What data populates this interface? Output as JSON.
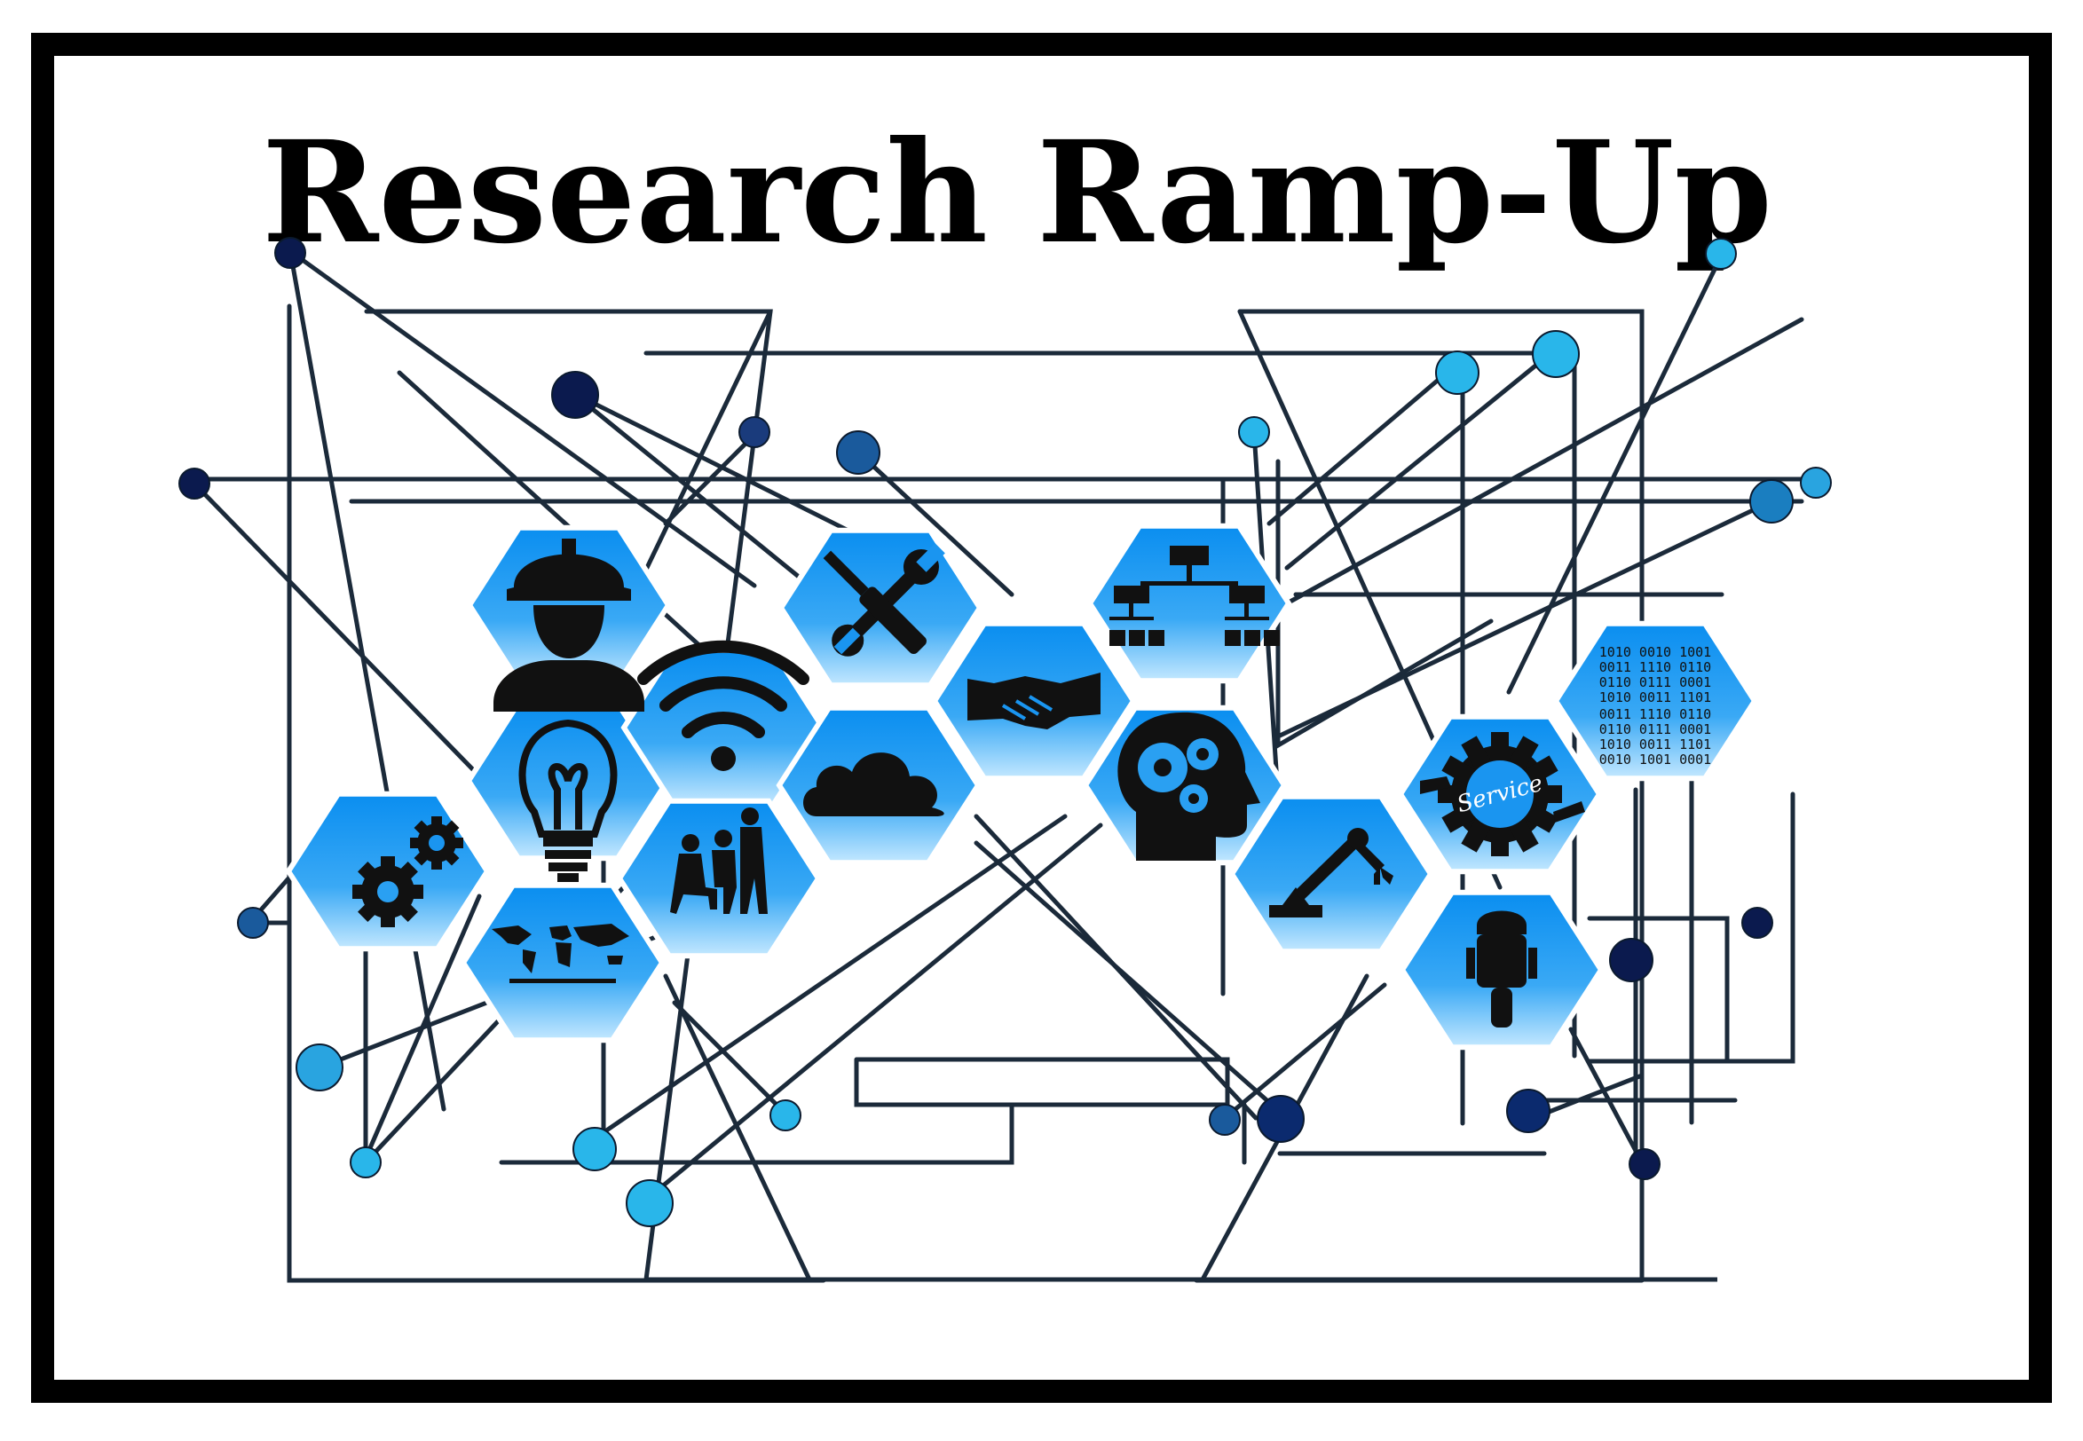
{
  "title": "Research Ramp-Up",
  "colors": {
    "frame": "#000000",
    "background": "#ffffff",
    "hex_fill_top": "#0a8ef0",
    "hex_fill_bottom": "#bfe6ff",
    "icon": "#111111",
    "line": "#1b2a3a",
    "node_dark": "#0b1a4e",
    "node_mid": "#1a5a9c",
    "node_light": "#29b6ea"
  },
  "hexagons": [
    {
      "icon": "worker-helmet-icon"
    },
    {
      "icon": "lightbulb-icon"
    },
    {
      "icon": "gears-icon"
    },
    {
      "icon": "world-map-icon"
    },
    {
      "icon": "wifi-icon"
    },
    {
      "icon": "team-meeting-icon"
    },
    {
      "icon": "tools-wrench-screwdriver-icon"
    },
    {
      "icon": "cloud-icon"
    },
    {
      "icon": "handshake-icon"
    },
    {
      "icon": "org-chart-icon"
    },
    {
      "icon": "head-gears-icon"
    },
    {
      "icon": "robot-arm-icon"
    },
    {
      "icon": "service-gear-icon"
    },
    {
      "icon": "robot-icon"
    },
    {
      "icon": "binary-code-icon"
    }
  ],
  "service_label": "Service",
  "binary": [
    "1010 0010 1001",
    "0011 1110 0110",
    "0110 0111 0001",
    "1010 0011 1101",
    "0011 1110 0110",
    "0110 0111 0001",
    "1010 0011 1101",
    "0010 1001 0001"
  ]
}
